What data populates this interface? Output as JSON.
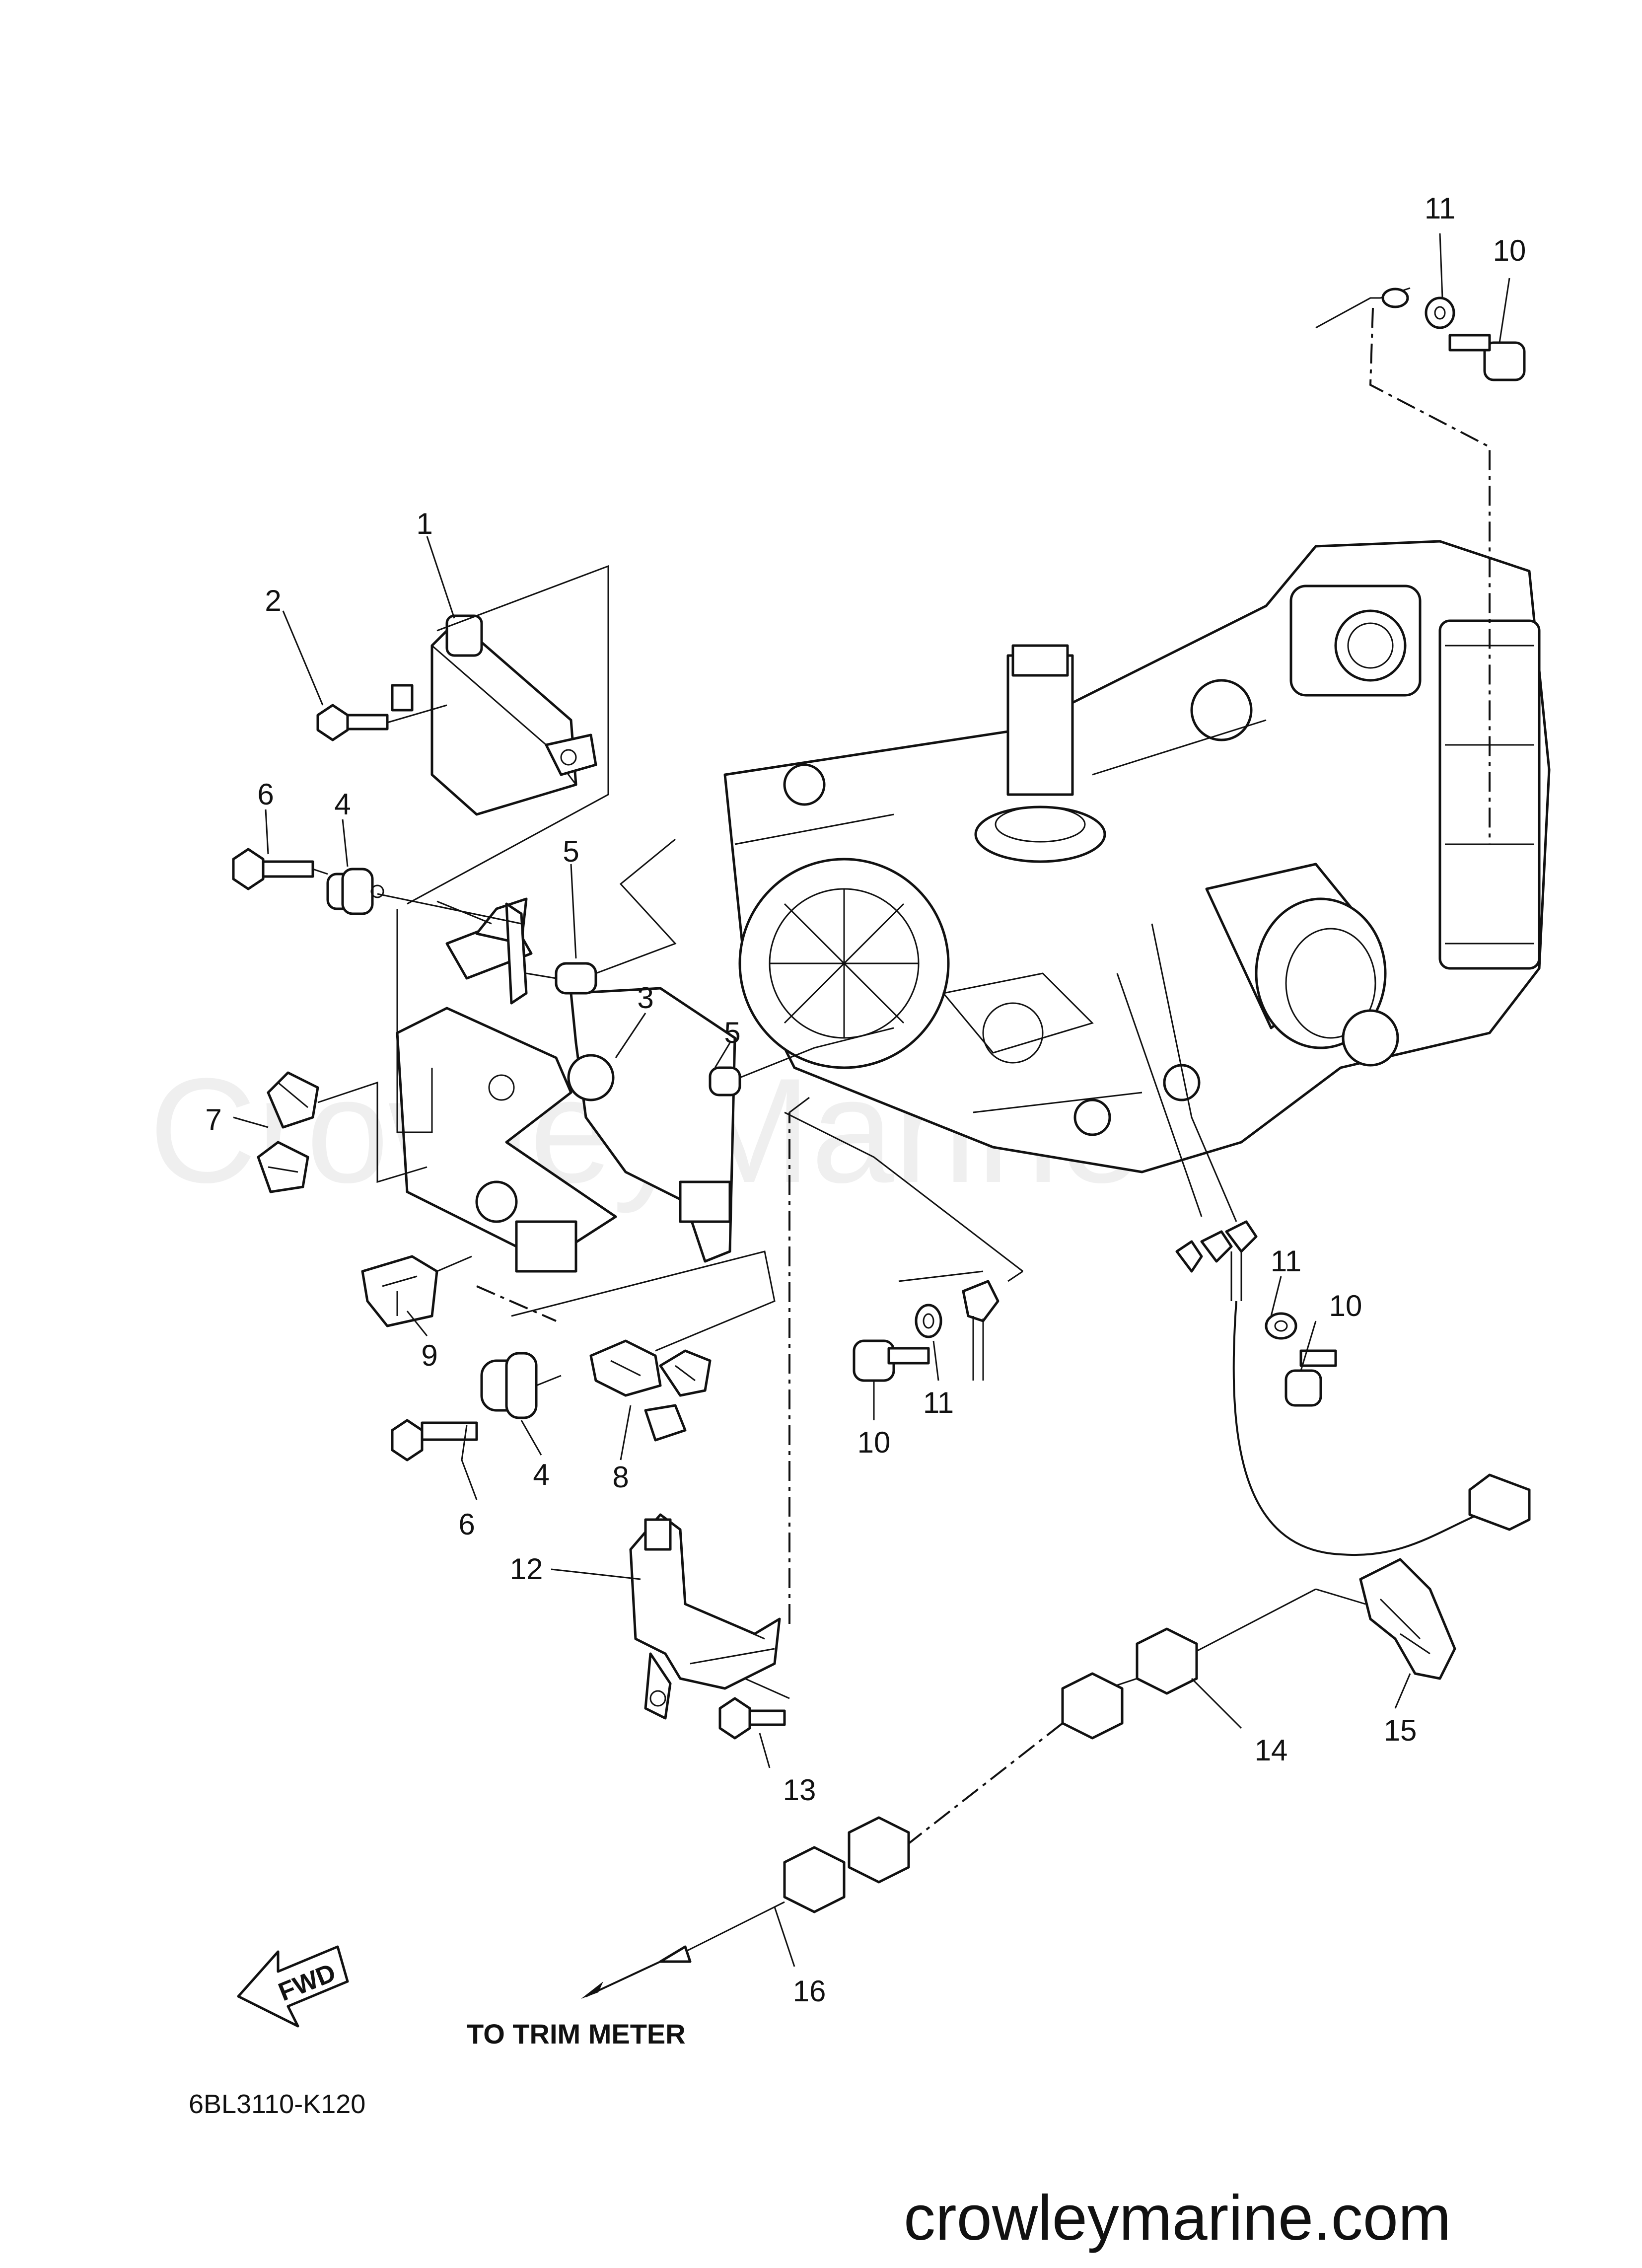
{
  "diagram": {
    "watermark": "CrowleyMarine",
    "fwd_label": "FWD",
    "trim_meter_label": "TO TRIM METER",
    "diagram_code": "6BL3110-K120",
    "site_footer": "crowleymarine.com",
    "callouts": {
      "c1": "1",
      "c2": "2",
      "c3": "3",
      "c4a": "4",
      "c4b": "4",
      "c5a": "5",
      "c5b": "5",
      "c6a": "6",
      "c6b": "6",
      "c7": "7",
      "c8": "8",
      "c9": "9",
      "c10a": "10",
      "c10b": "10",
      "c10c": "10",
      "c11a": "11",
      "c11b": "11",
      "c11c": "11",
      "c12": "12",
      "c13": "13",
      "c14": "14",
      "c15": "15",
      "c16": "16"
    }
  }
}
